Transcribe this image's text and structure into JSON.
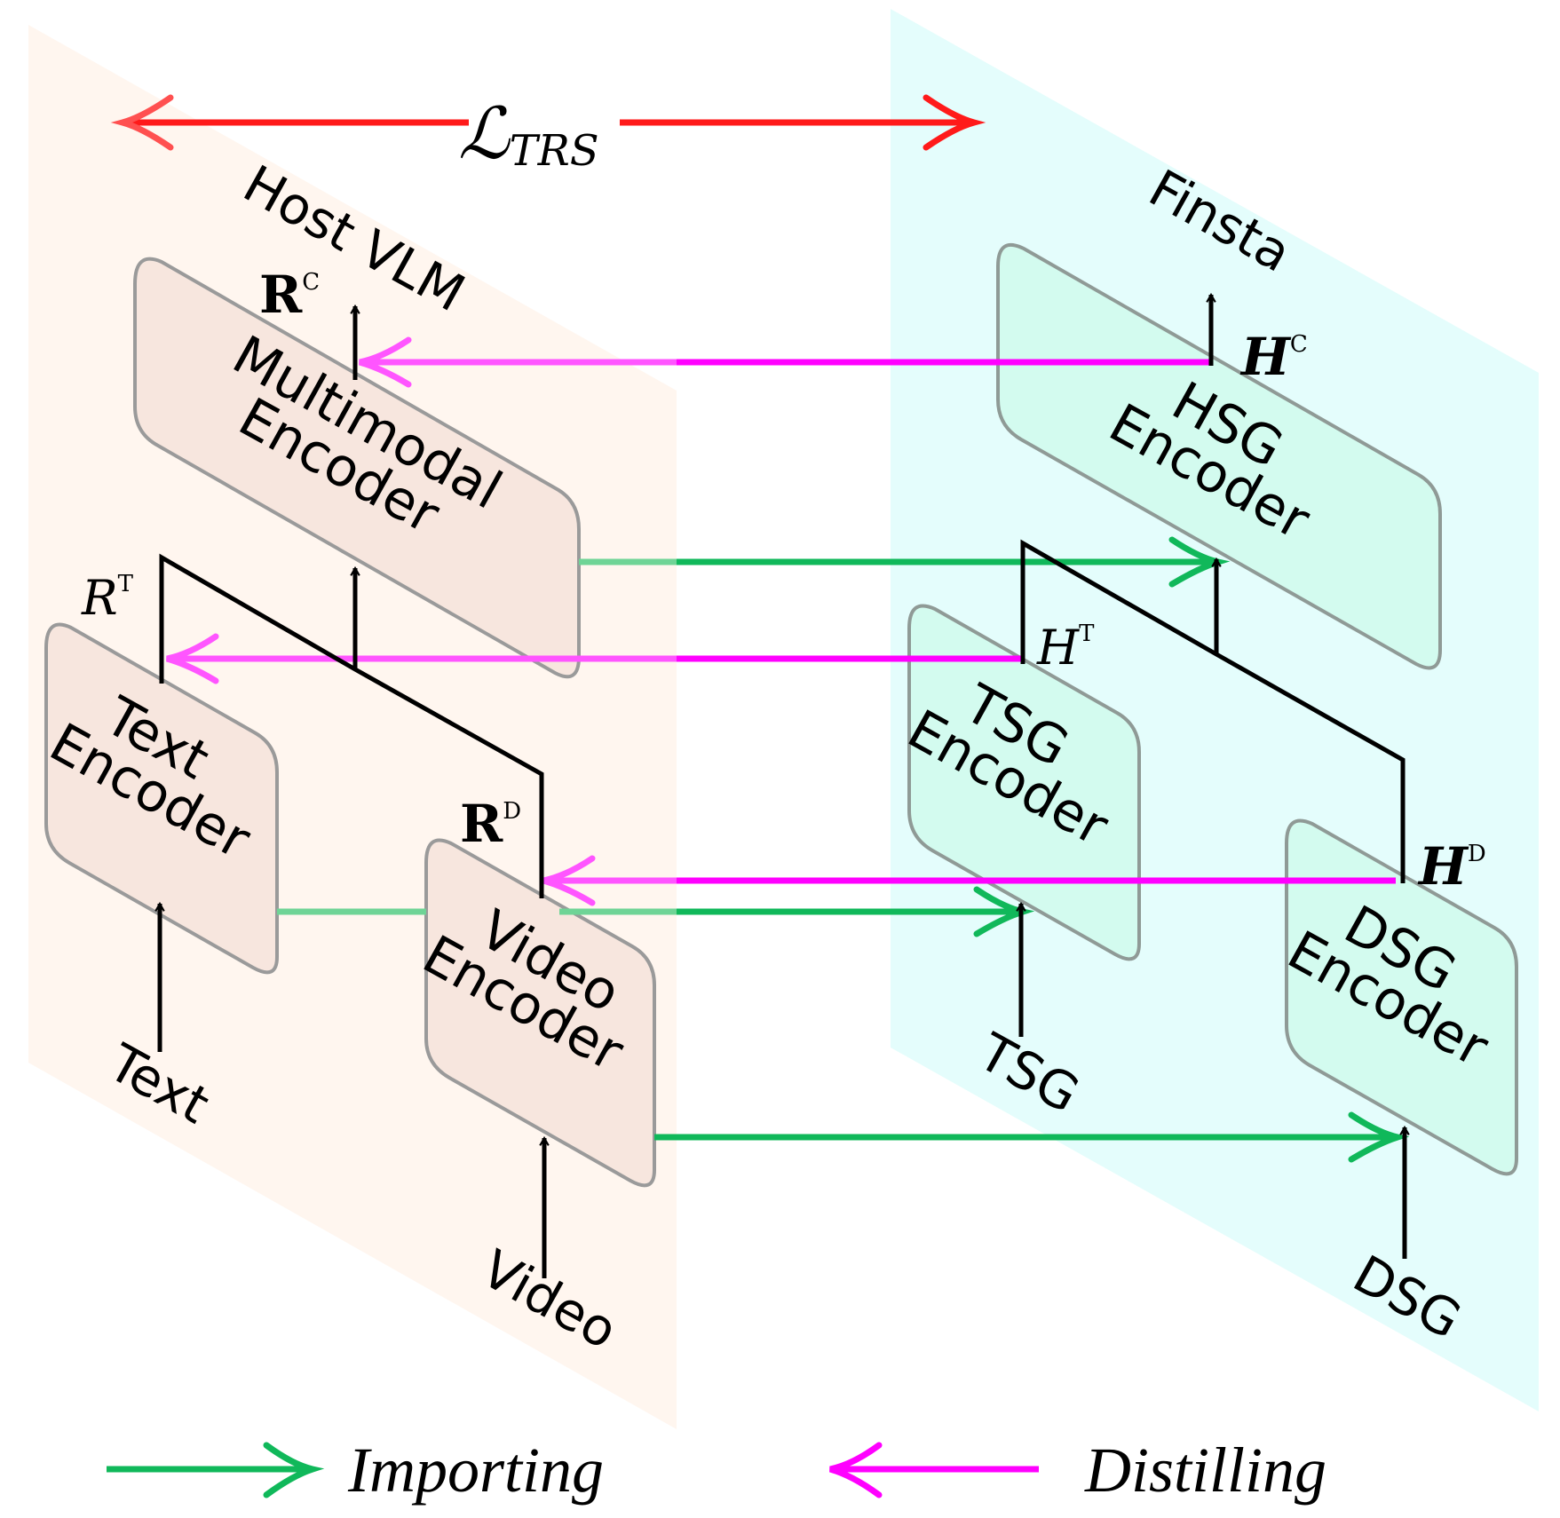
{
  "loss": {
    "symbol": "ℒ",
    "subscript": "TRS"
  },
  "host": {
    "title": "Host VLM",
    "multimodal": {
      "line1": "Multimodal",
      "line2": "Encoder"
    },
    "text_enc": {
      "line1": "Text",
      "line2": "Encoder"
    },
    "video_enc": {
      "line1": "Video",
      "line2": "Encoder"
    },
    "rc": {
      "base": "R",
      "sup": "C"
    },
    "rt": {
      "base": "R",
      "sup": "T"
    },
    "rd": {
      "base": "R",
      "sup": "D"
    },
    "input_text": "Text",
    "input_video": "Video"
  },
  "finsta": {
    "title": "Finsta",
    "hsg": {
      "line1": "HSG",
      "line2": "Encoder"
    },
    "tsg": {
      "line1": "TSG",
      "line2": "Encoder"
    },
    "dsg": {
      "line1": "DSG",
      "line2": "Encoder"
    },
    "hc": {
      "base": "H",
      "sup": "C"
    },
    "ht": {
      "base": "H",
      "sup": "T"
    },
    "hd": {
      "base": "H",
      "sup": "D"
    },
    "input_tsg": "TSG",
    "input_dsg": "DSG"
  },
  "legend": {
    "importing": "Importing",
    "distilling": "Distilling"
  },
  "colors": {
    "host_plane": "#fff6ef",
    "finsta_plane": "#e4fdfc",
    "host_box": "#f7e6de",
    "finsta_box": "#d3fbef",
    "importing": "#10b85a",
    "distilling": "#ff00ff",
    "loss": "#ff0000"
  }
}
